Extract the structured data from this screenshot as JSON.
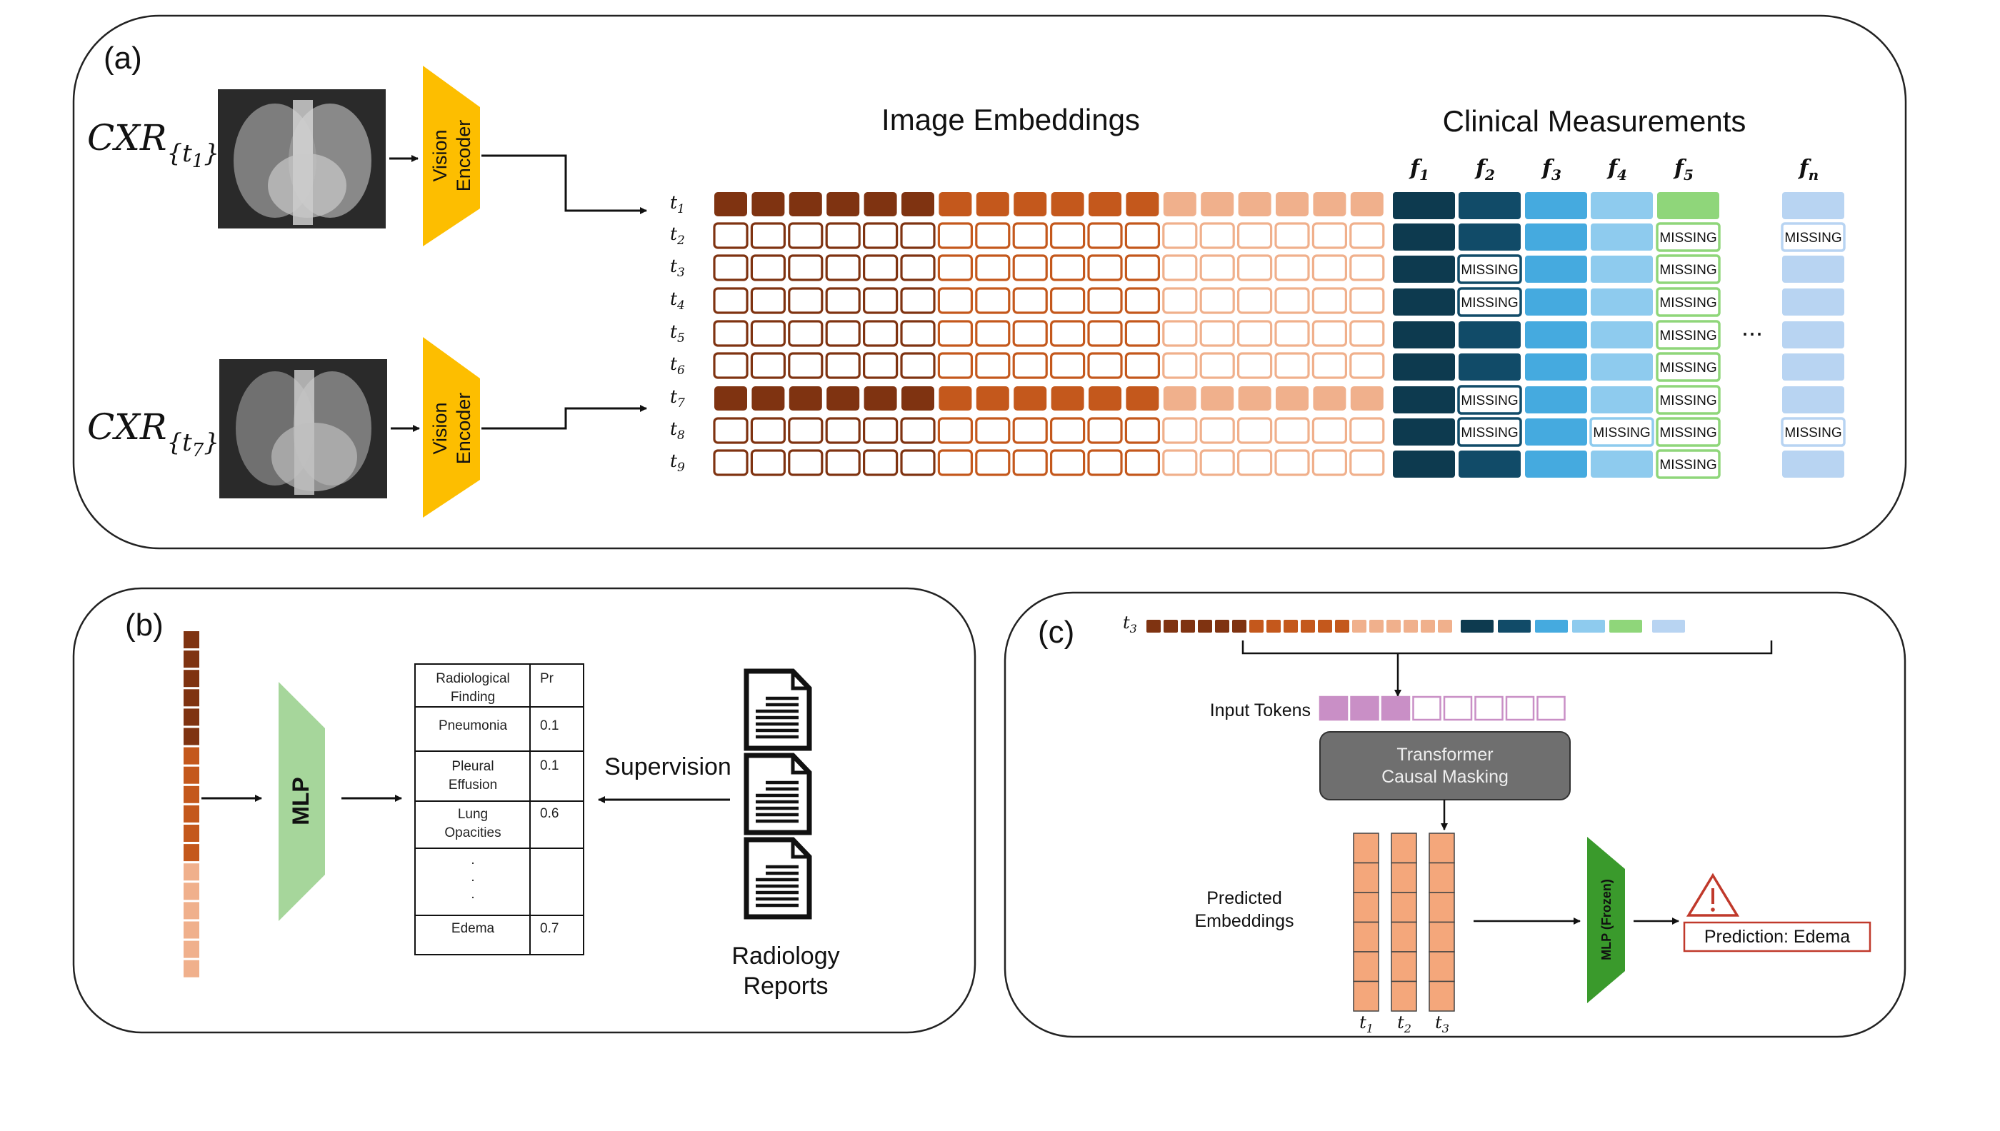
{
  "panel_a": {
    "label": "(a)",
    "cxr_labels": [
      {
        "base": "CXR",
        "sub": "{t",
        "subsub": "1",
        "close": "}"
      },
      {
        "base": "CXR",
        "sub": "{t",
        "subsub": "7",
        "close": "}"
      }
    ],
    "encoder_label_1": "Vision",
    "encoder_label_2": "Encoder",
    "image_embeddings_title": "Image Embeddings",
    "clinical_title": "Clinical Measurements",
    "row_labels": [
      "t1",
      "t2",
      "t3",
      "t4",
      "t5",
      "t6",
      "t7",
      "t8",
      "t9"
    ],
    "feature_labels": [
      "f1",
      "f2",
      "f3",
      "f4",
      "f5",
      "fn"
    ],
    "filled_rows": [
      0,
      6
    ],
    "missing_text": "MISSING",
    "missing_cells": {
      "f2": [
        2,
        3,
        6,
        7
      ],
      "f4": [
        7
      ],
      "f5": [
        1,
        2,
        3,
        4,
        5,
        6,
        7,
        8
      ],
      "fn": [
        1,
        7
      ]
    },
    "ellipsis": "...",
    "colors": {
      "emb_dark": "#7f3311",
      "emb_mid": "#c4581c",
      "emb_light": "#f0b08c",
      "f1": "#0d3a4f",
      "f2": "#114b68",
      "f3": "#45aadf",
      "f4": "#8ecbee",
      "f5": "#8fd67a",
      "fn": "#b8d4f2",
      "encoder": "#fdbe00"
    }
  },
  "panel_b": {
    "label": "(b)",
    "mlp_label": "MLP",
    "table_headers": [
      "Radiological Finding",
      "Pr"
    ],
    "table_rows": [
      [
        "Pneumonia",
        "0.1"
      ],
      [
        "Pleural Effusion",
        "0.1"
      ],
      [
        "Lung Opacities",
        "0.6"
      ],
      [
        ". . .",
        ""
      ],
      [
        "Edema",
        "0.7"
      ]
    ],
    "supervision_label": "Supervision",
    "reports_label_1": "Radiology",
    "reports_label_2": "Reports",
    "colors": {
      "mlp": "#a6d69b"
    }
  },
  "panel_c": {
    "label": "(c)",
    "seq_label": "t3",
    "input_tokens_label": "Input Tokens",
    "transformer_label_1": "Transformer",
    "transformer_label_2": "Causal Masking",
    "predicted_label_1": "Predicted",
    "predicted_label_2": "Embeddings",
    "column_labels": [
      "t1",
      "t2",
      "t3"
    ],
    "mlp_frozen_label": "MLP (Frozen)",
    "prediction_label": "Prediction: Edema",
    "colors": {
      "token": "#c98fc6",
      "transformer": "#6f6f6f",
      "mlp": "#3a9a2c",
      "alert": "#c0392b",
      "column": "#f4a77b"
    }
  }
}
